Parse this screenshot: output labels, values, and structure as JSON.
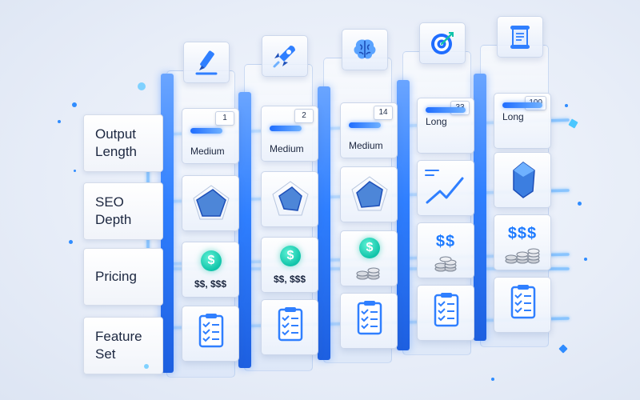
{
  "colors": {
    "accent": "#2f7fff",
    "accent_light": "#6fb1ff",
    "teal": "#10c4a9",
    "ink": "#1c2740"
  },
  "rows": [
    {
      "id": "output-length",
      "label": "Output\nLength"
    },
    {
      "id": "seo-depth",
      "label": "SEO\nDepth"
    },
    {
      "id": "pricing",
      "label": "Pricing"
    },
    {
      "id": "feature-set",
      "label": "Feature\nSet"
    }
  ],
  "columns": [
    {
      "icon": "pen-icon",
      "length": {
        "badge": "1",
        "text": "Medium"
      },
      "seo_icon": "pentagon-radar-icon",
      "pricing": {
        "display": "dollar-coin-icon",
        "text": "$$, $$$"
      },
      "features_icon": "checklist-clipboard-icon"
    },
    {
      "icon": "rocket-icon",
      "length": {
        "badge": "2",
        "text": "Medium"
      },
      "seo_icon": "pentagon-radar-icon",
      "pricing": {
        "display": "dollar-coin-icon",
        "text": "$$, $$$"
      },
      "features_icon": "checklist-clipboard-icon"
    },
    {
      "icon": "brain-icon",
      "length": {
        "badge": "14",
        "text": "Medium"
      },
      "seo_icon": "pentagon-radar-icon",
      "pricing": {
        "display": "dollar-coin-stack-icon",
        "text": ""
      },
      "features_icon": "checklist-clipboard-icon"
    },
    {
      "icon": "target-icon",
      "length": {
        "badge": "33",
        "text": "Long"
      },
      "seo_icon": "trend-line-icon",
      "pricing": {
        "display": "dollar-text-coins-icon",
        "text": "$$"
      },
      "features_icon": "checklist-clipboard-icon"
    },
    {
      "icon": "scroll-icon",
      "length": {
        "badge": "100",
        "text": "Long"
      },
      "seo_icon": "gem-icon",
      "pricing": {
        "display": "dollar-text-coins-icon",
        "text": "$$$"
      },
      "features_icon": "checklist-clipboard-icon"
    }
  ]
}
